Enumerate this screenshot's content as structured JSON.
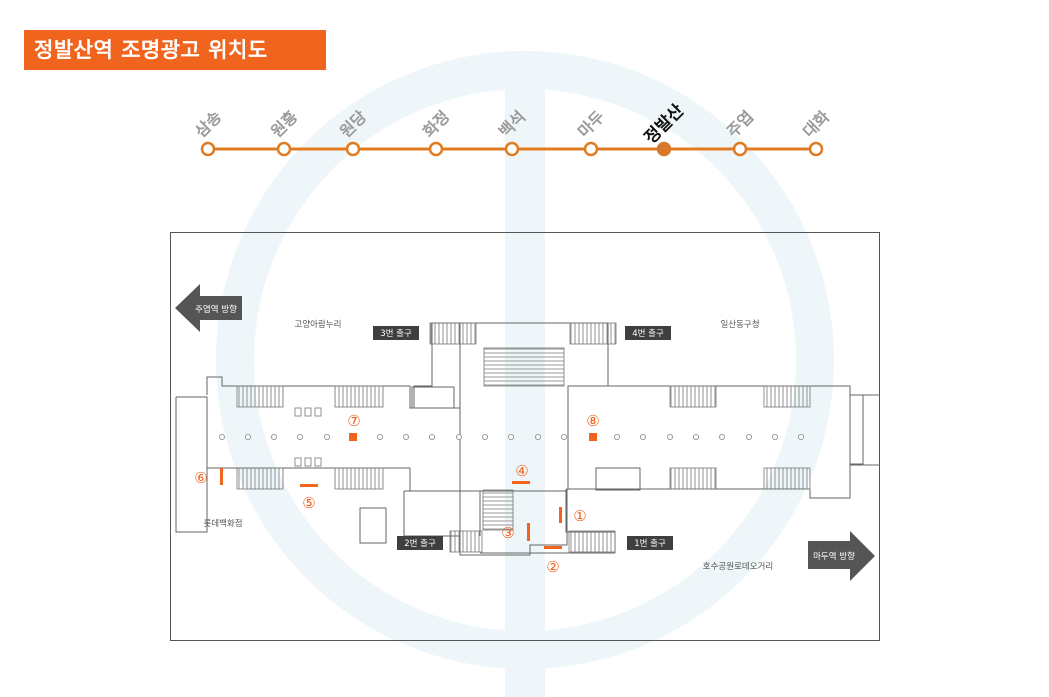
{
  "title": "정발산역 조명광고 위치도",
  "colors": {
    "accent": "#f0641e",
    "line": "#e07b20",
    "current": "#d7782a",
    "station_text": "#9b9b9b",
    "label_bg": "#3f3f3f",
    "arrow": "#555555"
  },
  "stations": [
    {
      "name": "삼송",
      "current": false
    },
    {
      "name": "원흥",
      "current": false
    },
    {
      "name": "원당",
      "current": false
    },
    {
      "name": "화정",
      "current": false
    },
    {
      "name": "백석",
      "current": false
    },
    {
      "name": "마두",
      "current": false
    },
    {
      "name": "정발산",
      "current": true
    },
    {
      "name": "주엽",
      "current": false
    },
    {
      "name": "대화",
      "current": false
    }
  ],
  "map": {
    "direction_left": "주엽역 방향",
    "direction_right": "마두역 방향",
    "exits": {
      "exit1": "1번 출구",
      "exit2": "2번 출구",
      "exit3": "3번 출구",
      "exit4": "4번 출구"
    },
    "landmarks": {
      "top_left": "고양아람누리",
      "top_right": "일산동구청",
      "bottom_left": "롯데백화점",
      "bottom_right": "호수공원로데오거리"
    },
    "ad_numbers": [
      "①",
      "②",
      "③",
      "④",
      "⑤",
      "⑥",
      "⑦",
      "⑧"
    ]
  }
}
